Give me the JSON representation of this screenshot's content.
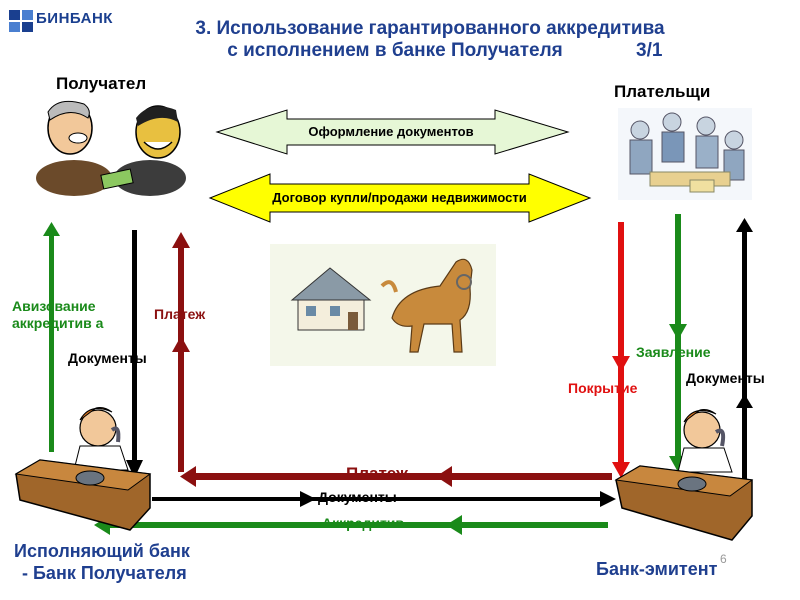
{
  "header": {
    "logo_text": "БИНБАНК",
    "title_line1": "3. Использование гарантированного аккредитива",
    "title_line2": "с исполнением в банке Получателя",
    "title_number": "3/1"
  },
  "roles": {
    "recipient": "Получател",
    "payers": "Плательщи"
  },
  "center_bands": {
    "docs_processing": "Оформление документов",
    "sale_contract": "Договор купли/продажи недвижимости"
  },
  "left_labels": {
    "advising": "Авизование аккредитив а",
    "payment": "Платеж",
    "documents": "Документы"
  },
  "right_labels": {
    "application": "Заявление",
    "coverage": "Покрытие",
    "documents": "Документы"
  },
  "bottom_labels": {
    "payment": "Платеж",
    "documents": "Документы",
    "credit": "Аккредитив"
  },
  "banks": {
    "executing_line1": "Исполняющий банк",
    "executing_line2": "- Банк Получателя",
    "issuing": "Банк-эмитент"
  },
  "page_number": "6",
  "colors": {
    "title_blue": "#1f3f8f",
    "green": "#1a8a1a",
    "dark_red": "#8b1010",
    "red": "#e01010",
    "yellow": "#ffff00",
    "pale_green": "#e6f7d6"
  }
}
